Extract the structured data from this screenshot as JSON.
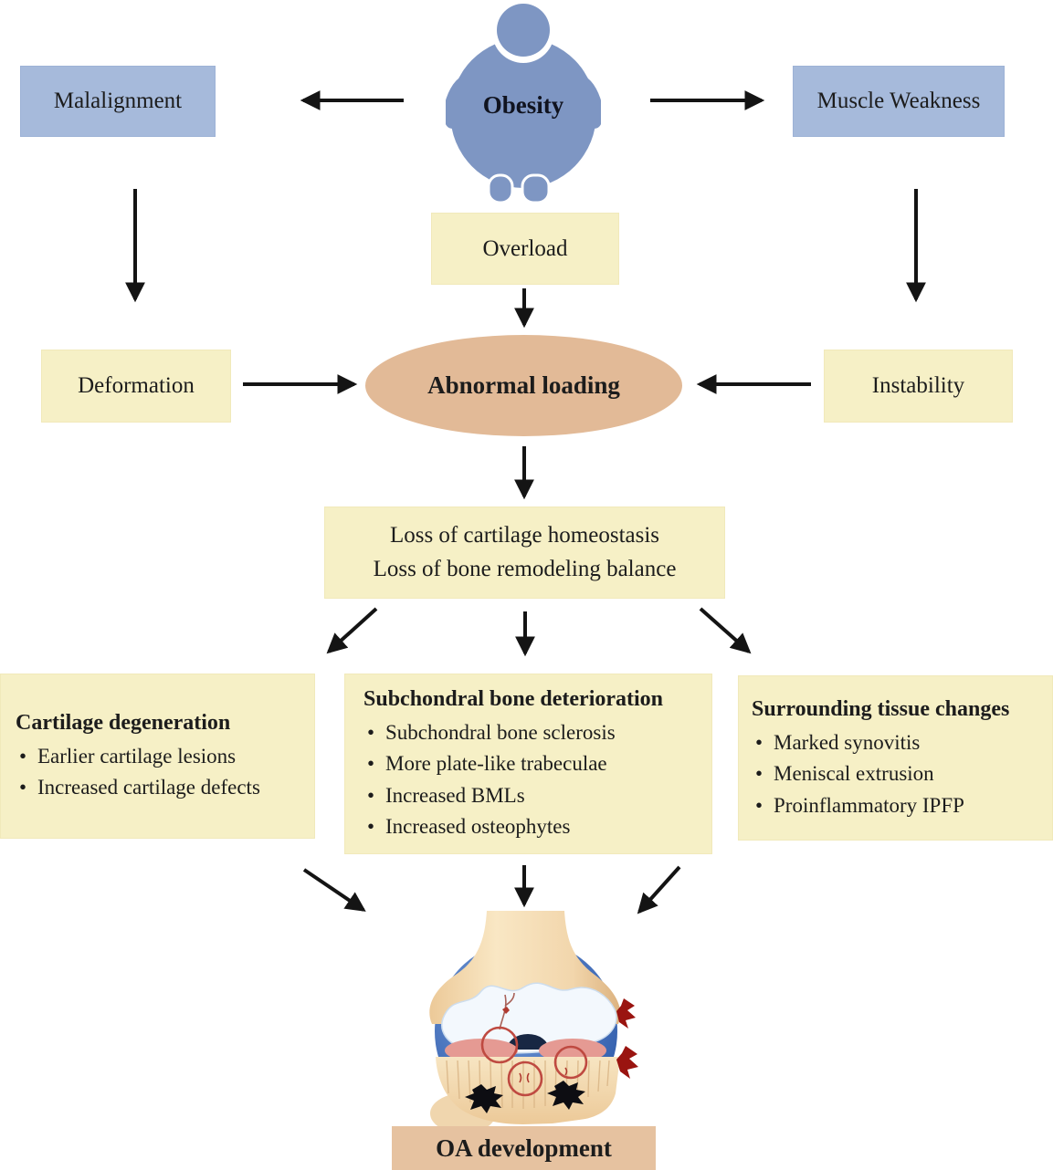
{
  "nodes": {
    "malalignment": "Malalignment",
    "muscle_weakness": "Muscle Weakness",
    "obesity": "Obesity",
    "overload": "Overload",
    "deformation": "Deformation",
    "instability": "Instability",
    "abnormal_loading": "Abnormal loading",
    "loss_line1": "Loss of cartilage homeostasis",
    "loss_line2": "Loss of bone remodeling balance",
    "oa_development": "OA development"
  },
  "lists": {
    "cartilage_degeneration": {
      "heading": "Cartilage degeneration",
      "bullets": [
        "Earlier cartilage lesions",
        "Increased cartilage defects"
      ]
    },
    "subchondral_bone": {
      "heading": "Subchondral bone deterioration",
      "bullets": [
        "Subchondral bone sclerosis",
        "More plate-like trabeculae",
        "Increased BMLs",
        "Increased osteophytes"
      ]
    },
    "surrounding_tissue": {
      "heading": "Surrounding tissue changes",
      "bullets": [
        "Marked synovitis",
        "Meniscal extrusion",
        "Proinflammatory IPFP"
      ]
    }
  },
  "colors": {
    "blue_box": "#a6badb",
    "yellow_box": "#f6f0c6",
    "ellipse_tan": "#e2ba97",
    "oa_box_tan": "#e6c2a0",
    "figure_blue": "#7e96c3",
    "arrow": "#141414"
  }
}
